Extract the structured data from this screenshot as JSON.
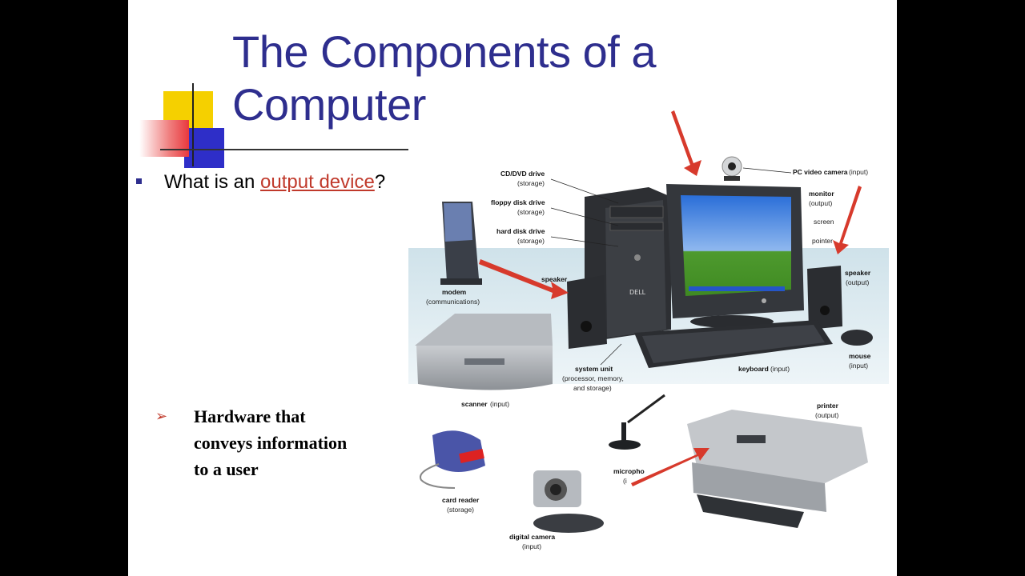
{
  "slide": {
    "title_line1": "The Components of a",
    "title_line2": "Computer",
    "bullet": {
      "prefix": "What is an ",
      "link": "output device",
      "suffix": "?"
    },
    "sub_bullet": {
      "arrow": "➢",
      "line1": "Hardware that",
      "line2": "conveys information",
      "line3": "to a user"
    }
  },
  "figure_labels": {
    "cd_drive": "CD/DVD drive",
    "cd_drive_sub": "(storage)",
    "floppy": "floppy disk drive",
    "floppy_sub": "(storage)",
    "hdd": "hard disk drive",
    "hdd_sub": "(storage)",
    "camera": "PC video camera",
    "camera_sub": "(input)",
    "monitor": "monitor",
    "monitor_sub": "(output)",
    "screen": "screen",
    "pointer": "pointer",
    "speaker": "speaker",
    "speaker_sub": "(output)",
    "speaker_left": "speaker",
    "modem": "modem",
    "modem_sub": "(communications)",
    "mouse": "mouse",
    "mouse_sub": "(input)",
    "keyboard": "keyboard",
    "keyboard_sub": "(input)",
    "system_unit": "system unit",
    "system_unit_sub1": "(processor, memory,",
    "system_unit_sub2": "and storage)",
    "scanner": "scanner",
    "scanner_sub": "(input)",
    "printer": "printer",
    "printer_sub": "(output)",
    "microphone": "micropho",
    "microphone_sub": "(i",
    "card_reader": "card reader",
    "card_reader_sub": "(storage)",
    "digital_camera": "digital camera",
    "digital_camera_sub": "(input)",
    "dell_logo": "DELL"
  },
  "colors": {
    "title": "#2E2E8E",
    "link": "#C0392B",
    "arrow": "#D73A2C",
    "deco_yellow": "#F5D000",
    "deco_blue": "#2E2EC8",
    "deco_red": "#E8383D"
  }
}
